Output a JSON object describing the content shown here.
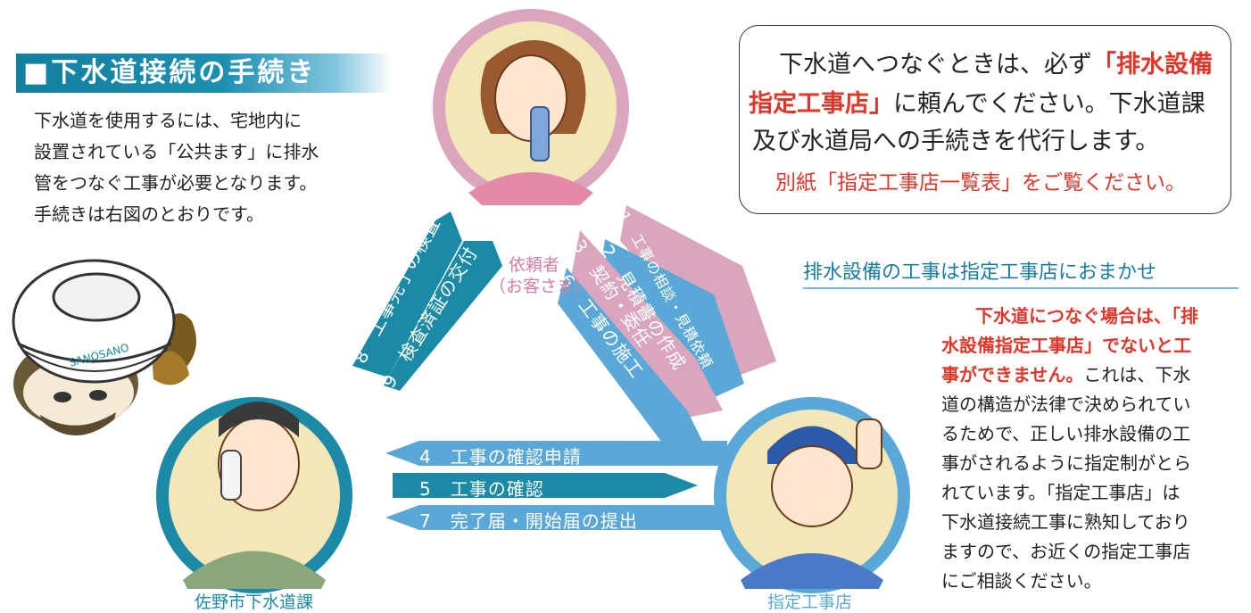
{
  "section_title": "■下水道接続の手続き",
  "intro_lines": [
    "下水道を使用するには、宅地内に",
    "設置されている「公共ます」に排水",
    "管をつなぐ工事が必要となります。",
    "手続きは右図のとおりです。"
  ],
  "notice": {
    "line1_a": "下水道へつなぐときは、必ず",
    "line1_b": "「排水設備",
    "line2_a": "指定工事店」",
    "line2_b": "に頼んでください。下水道課",
    "line3": "及び水道局への手続きを代行します。",
    "line4": "別紙「指定工事店一覧表」をご覧ください。"
  },
  "subtitle": "排水設備の工事は指定工事店におまかせ",
  "right_text": {
    "l1": "下水道につなぐ場合は、「排",
    "l2": "水設備指定工事店」でないと工",
    "l3_red": "事ができません。",
    "l3_rest": "これは、下水",
    "l4": "道の構造が法律で決められてい",
    "l5": "るためで、正しい排水設備の工",
    "l6": "事がされるように指定制がとら",
    "l7": "れています。「指定工事店」は",
    "l8": "下水道接続工事に熟知しており",
    "l9": "ますので、お近くの指定工事店",
    "l10": "にご相談ください。"
  },
  "diagram": {
    "client_label_1": "依頼者",
    "client_label_2": "（お客さま）",
    "city_label": "佐野市下水道課",
    "contractor_label": "指定工事店",
    "steps": {
      "s1": "1　工事の相談・見積依頼",
      "s2": "2　見積書の作成",
      "s3": "3　契約・委任",
      "s6": "6　工事の施工",
      "s4": "4　工事の確認申請",
      "s5": "5　工事の確認",
      "s7": "7　完了届・開始届の提出",
      "s8": "8　工事完了の検査",
      "s9": "9　検査済証の交付"
    }
  },
  "mascot_label": "SANOSANO",
  "colors": {
    "teal": "#1a8aa6",
    "pink": "#d9a6bd",
    "blue": "#5aa8d8",
    "red": "#e1372a",
    "cream": "#f3e6b7"
  }
}
